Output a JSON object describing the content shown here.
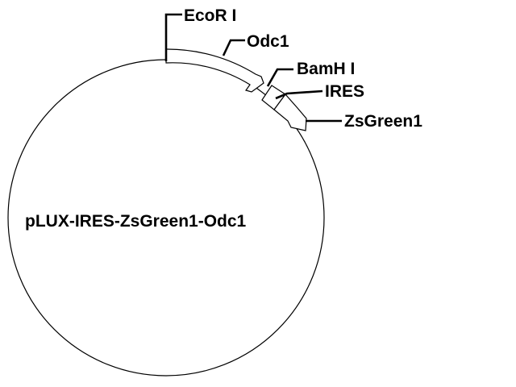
{
  "diagram": {
    "plasmid_name": "pLUX-IRES-ZsGreen1-Odc1",
    "sites": {
      "ecori": "EcoR I",
      "odc1": "Odc1",
      "bamhi": "BamH I",
      "ires": "IRES",
      "zsgreen1": "ZsGreen1"
    }
  }
}
